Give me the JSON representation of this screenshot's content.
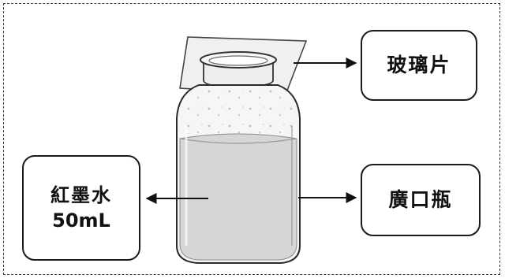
{
  "labels": {
    "glass_plate": "玻璃片",
    "jar": "廣口瓶",
    "ink_line1": "紅墨水",
    "ink_line2": "50mL"
  },
  "colors": {
    "outline": "#1a1a1a",
    "liquid": "#d4d4d4",
    "glass": "#eeeeee",
    "frame": "#333333"
  },
  "icons": {
    "arrow": "arrow-right-icon"
  }
}
